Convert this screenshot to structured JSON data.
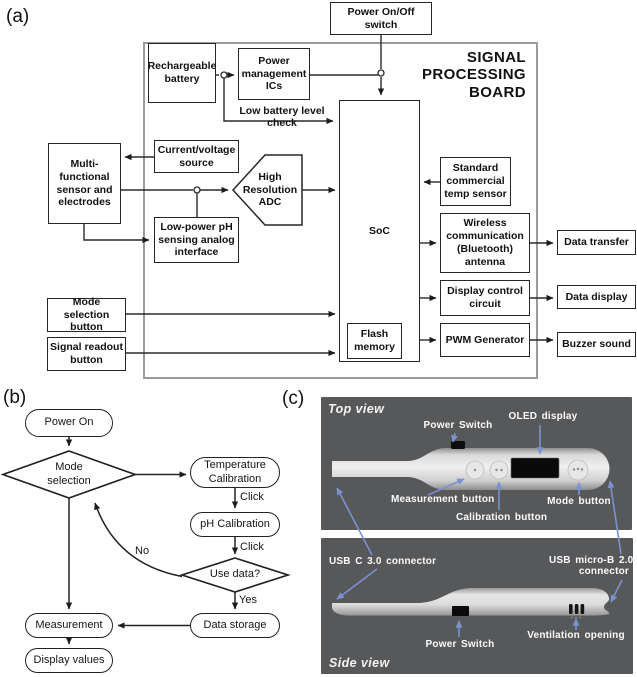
{
  "panel_a": {
    "tag": "(a)",
    "board_title": "SIGNAL PROCESSING BOARD",
    "boxes": {
      "power_switch": "Power On/Off switch",
      "battery": "Rechargeable battery",
      "pm_ics": "Power management ICs",
      "sensor": "Multi-functional sensor and electrodes",
      "cv_source": "Current/voltage source",
      "adc": "High Resolution ADC",
      "ph_interface": "Low-power pH sensing analog interface",
      "mode_button": "Mode selection button",
      "readout_button": "Signal readout button",
      "soc": "SoC",
      "flash": "Flash memory",
      "temp_sensor": "Standard commercial temp sensor",
      "wireless": "Wireless communication (Bluetooth) antenna",
      "display_ctrl": "Display control circuit",
      "pwm": "PWM Generator",
      "data_transfer": "Data transfer",
      "data_display": "Data display",
      "buzzer": "Buzzer sound"
    },
    "annotations": {
      "low_battery_note": "Low battery level check"
    }
  },
  "panel_b": {
    "tag": "(b)",
    "nodes": {
      "power_on": "Power On",
      "mode_selection": "Mode selection",
      "temp_cal": "Temperature Calibration",
      "ph_cal": "pH Calibration",
      "use_data": "Use data?",
      "data_storage": "Data storage",
      "measurement": "Measurement",
      "display_values": "Display values"
    },
    "edge_labels": {
      "click1": "Click",
      "click2": "Click",
      "yes": "Yes",
      "no": "No"
    }
  },
  "panel_c": {
    "tag": "(c)",
    "top_view": {
      "title": "Top view",
      "labels": {
        "power_switch": "Power Switch",
        "oled": "OLED display",
        "measurement": "Measurement button",
        "calibration": "Calibration button",
        "mode": "Mode button"
      }
    },
    "side_view": {
      "title": "Side view",
      "labels": {
        "usb_c": "USB C 3.0 connector",
        "usb_micro_line1": "USB micro-B 2.0",
        "usb_micro_line2": "connector",
        "power_switch": "Power Switch",
        "ventilation": "Ventilation opening"
      }
    },
    "colors": {
      "panel_bg": "#57585a",
      "arrow": "#7a92cf",
      "device_body": "#d9d9d9",
      "label_text": "#fbfbfb"
    }
  }
}
